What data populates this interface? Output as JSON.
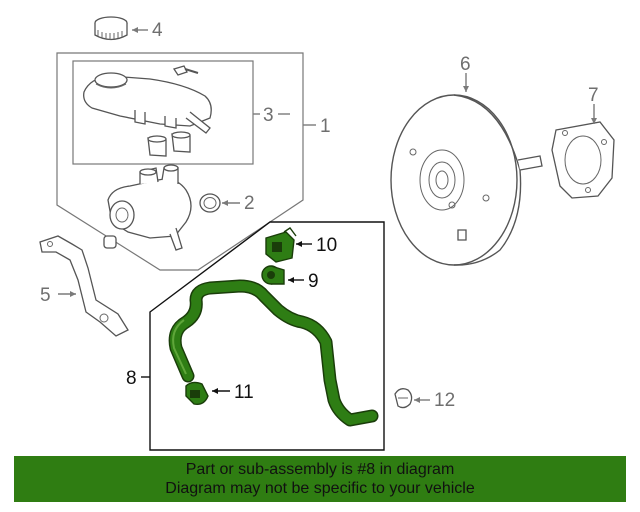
{
  "callouts": {
    "c1": "1",
    "c2": "2",
    "c3": "3",
    "c4": "4",
    "c5": "5",
    "c6": "6",
    "c7": "7",
    "c8": "8",
    "c9": "9",
    "c10": "10",
    "c11": "11",
    "c12": "12"
  },
  "banner": {
    "line1": "Part or sub-assembly is #8 in diagram",
    "line2": "Diagram may not be specific to your vehicle"
  },
  "colors": {
    "highlight_part": "#2e7d14",
    "banner_bg": "#2f7d12",
    "line_gray": "#7a7a7a"
  }
}
